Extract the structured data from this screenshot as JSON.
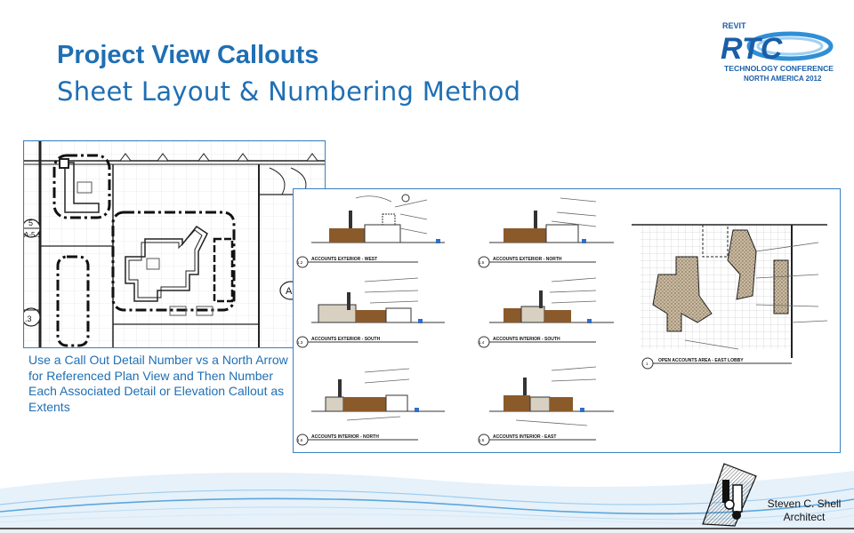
{
  "slide": {
    "title": "Project View Callouts",
    "subtitle": "Sheet Layout & Numbering Method",
    "description": "Use a Call Out Detail Number vs a North Arrow for Referenced Plan View and Then Number Each Associated Detail or Elevation Callout as Extents"
  },
  "logo": {
    "line1": "REVIT",
    "mark": "RTC",
    "line2": "TECHNOLOGY CONFERENCE",
    "line3": "NORTH AMERICA 2012"
  },
  "plan_view": {
    "callout_top_number": "5",
    "callout_top_ref": "A-5.1",
    "callout_bottom_ref": ".3",
    "right_edge_mark": "A"
  },
  "elevation_sheet": {
    "details": [
      {
        "number": "1.2",
        "title": "ACCOUNTS EXTERIOR - WEST"
      },
      {
        "number": "1.5",
        "title": "ACCOUNTS EXTERIOR - NORTH"
      },
      {
        "number": "1.3",
        "title": "ACCOUNTS EXTERIOR - SOUTH"
      },
      {
        "number": "1.4",
        "title": "ACCOUNTS INTERIOR - SOUTH"
      },
      {
        "number": "1.6",
        "title": "ACCOUNTS INTERIOR - NORTH"
      },
      {
        "number": "1.5",
        "title": "ACCOUNTS INTERIOR - EAST"
      },
      {
        "number": "1",
        "title": "OPEN ACCOUNTS AREA - EAST LOBBY"
      }
    ]
  },
  "author": {
    "name": "Steven C. Shell",
    "role": "Architect"
  },
  "colors": {
    "title_blue": "#1f6fb4",
    "wave_blue": "#5aa7dc",
    "wood_brown": "#8a5a2b"
  }
}
